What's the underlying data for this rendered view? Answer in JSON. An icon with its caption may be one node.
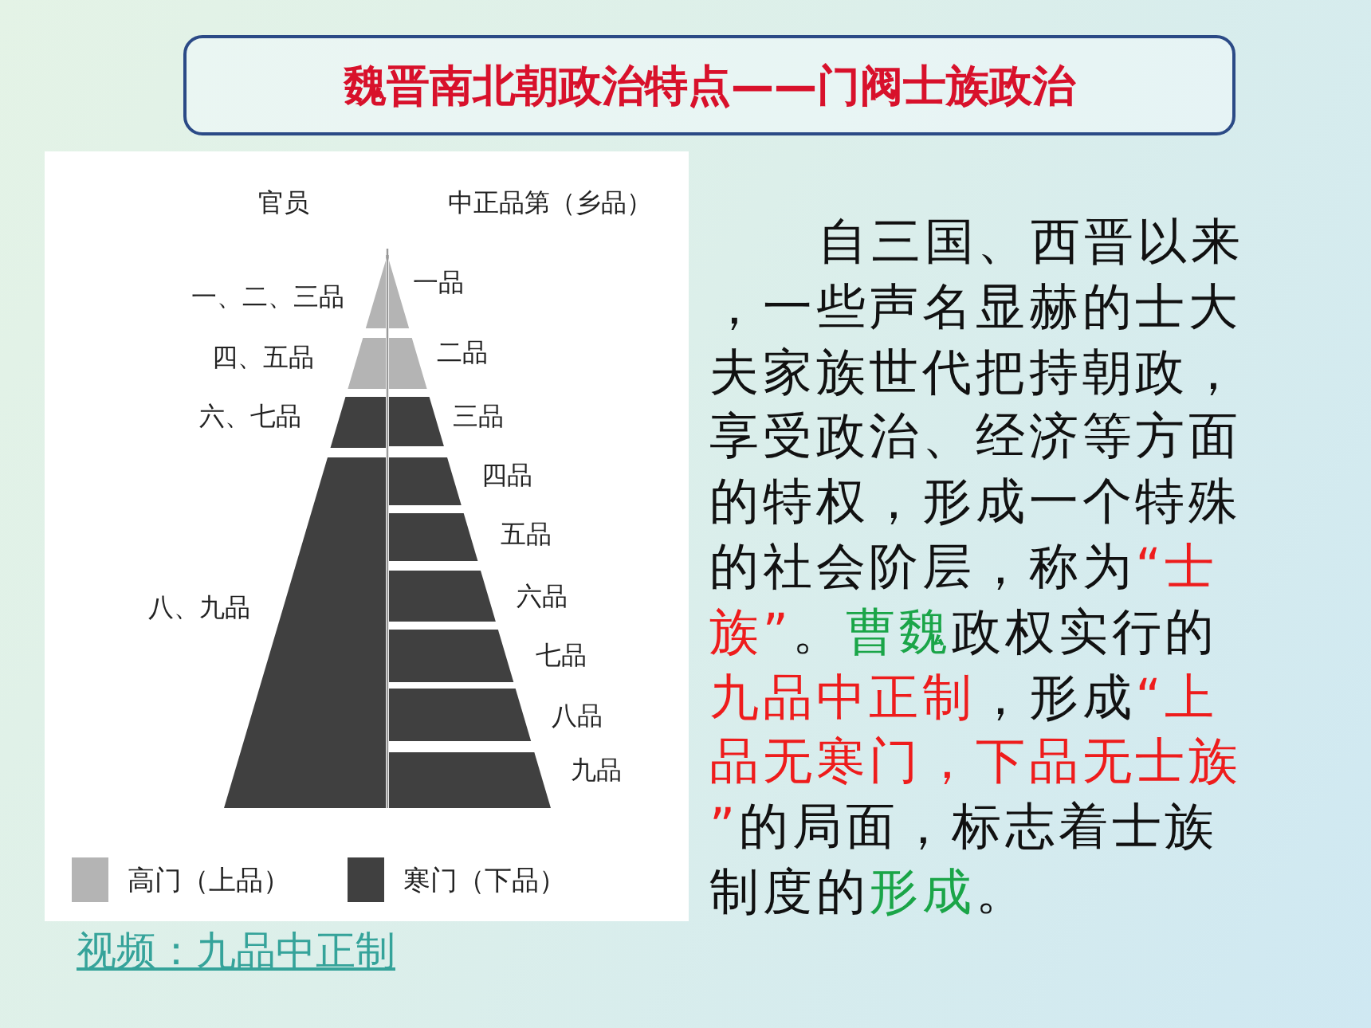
{
  "diagram": {
    "nodes": [
      {
        "text": [
          "魏晋南北朝政治特点——门阀士族政治"
        ]
      }
    ],
    "labels": [
      "官员",
      "中正品第（乡品）",
      "一、二、三品",
      "一品",
      "四、五品",
      "二品",
      "六、七品",
      "三品",
      "四品",
      "五品",
      "八、九品",
      "六品",
      "七品",
      "八品",
      "九品",
      "自三国、西晋以来，一些声名显赫的士大夫家族世代把持朝政，享受政治、经济等方面的特权，形成一个特殊的社会阶层，称为",
      "“士族”",
      "。",
      "曹魏",
      "政权实行的",
      "九品中正制",
      "，形成",
      "“上品无寒门，下品无士族”",
      "的局面，标志着士族制度的",
      "形成",
      "。",
      "视频：九品中正制"
    ],
    "legend": [
      {
        "text": "高门（上品）",
        "color": "#b4b4b4"
      },
      {
        "text": "寒门（下品）",
        "color": "#404040"
      }
    ]
  }
}
